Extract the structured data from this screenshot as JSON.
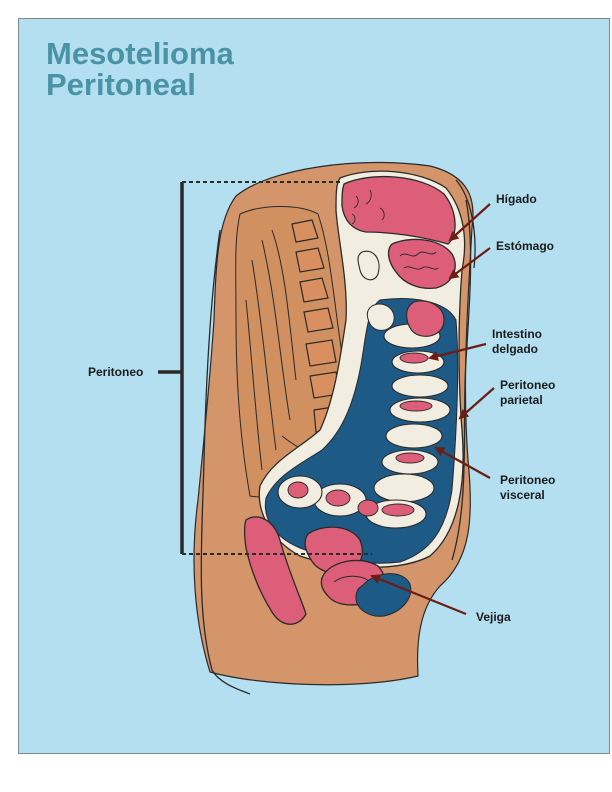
{
  "title_line1": "Mesotelioma",
  "title_line2": "Peritoneal",
  "labels": {
    "peritoneo": "Peritoneo",
    "higado": "Hígado",
    "estomago": "Estómago",
    "intestino_1": "Intestino",
    "intestino_2": "delgado",
    "parietal_1": "Peritoneo",
    "parietal_2": "parietal",
    "visceral_1": "Peritoneo",
    "visceral_2": "visceral",
    "vejiga": "Vejiga"
  },
  "colors": {
    "background": "#b3dff0",
    "title": "#4a93a6",
    "skin": "#d4956a",
    "organ_pink": "#dd5e78",
    "peritoneum_blue": "#1d5a86",
    "membrane": "#f1ede1",
    "arrow": "#6b1e14"
  }
}
